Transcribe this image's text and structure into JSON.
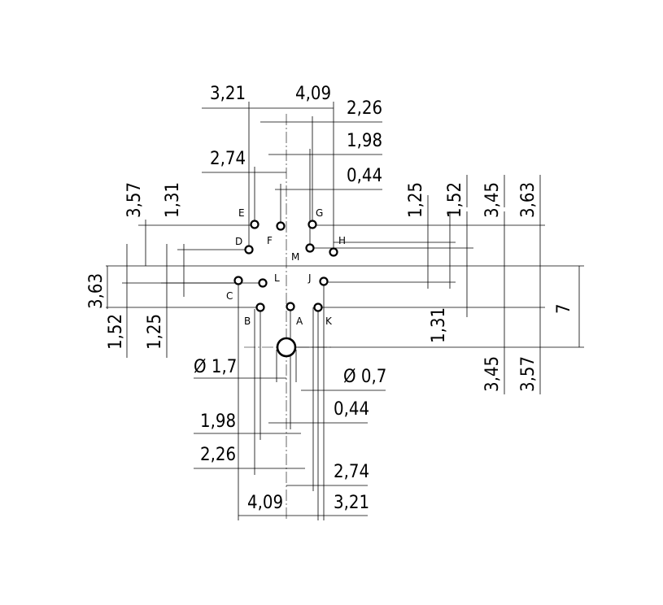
{
  "pins": [
    {
      "id": "pin-a",
      "label": "A"
    },
    {
      "id": "pin-b",
      "label": "B"
    },
    {
      "id": "pin-c",
      "label": "C"
    },
    {
      "id": "pin-d",
      "label": "D"
    },
    {
      "id": "pin-e",
      "label": "E"
    },
    {
      "id": "pin-f",
      "label": "F"
    },
    {
      "id": "pin-g",
      "label": "G"
    },
    {
      "id": "pin-h",
      "label": "H"
    },
    {
      "id": "pin-j",
      "label": "J"
    },
    {
      "id": "pin-k",
      "label": "K"
    },
    {
      "id": "pin-l",
      "label": "L"
    },
    {
      "id": "pin-m",
      "label": "M"
    }
  ],
  "dimensions": {
    "top": [
      "3,21",
      "4,09",
      "2,26",
      "2,74",
      "1,98",
      "0,44"
    ],
    "bottom": [
      "Ø 1,7",
      "Ø 0,7",
      "1,98",
      "0,44",
      "2,26",
      "2,74",
      "4,09",
      "3,21"
    ],
    "left_upper": [
      "3,57",
      "1,31"
    ],
    "left_lower": [
      "3,63",
      "1,52",
      "1,25"
    ],
    "right_upper": [
      "1,25",
      "1,52",
      "3,45",
      "3,63"
    ],
    "right_lower": [
      "1,31",
      "3,45",
      "3,57",
      "7"
    ]
  }
}
